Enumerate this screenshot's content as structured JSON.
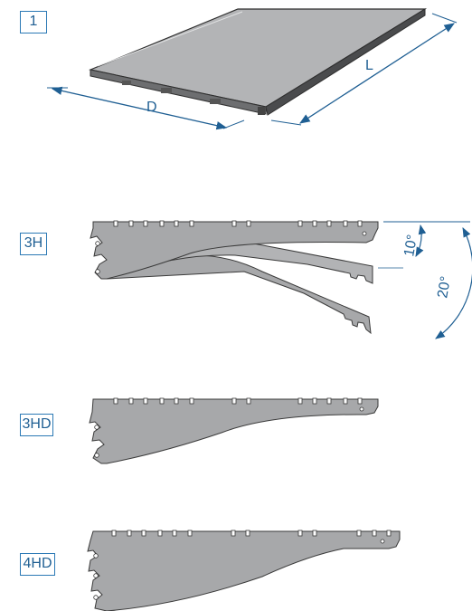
{
  "labels": {
    "shelf": "1",
    "bracket_3h": "3H",
    "bracket_3hd": "3HD",
    "bracket_4hd": "4HD"
  },
  "dimensions": {
    "depth": "D",
    "length": "L",
    "angle_small": "10°",
    "angle_large": "20°"
  },
  "colors": {
    "accent": "#1f5f93",
    "metal": "#a7a8aa",
    "edge": "#3a3a3a"
  }
}
